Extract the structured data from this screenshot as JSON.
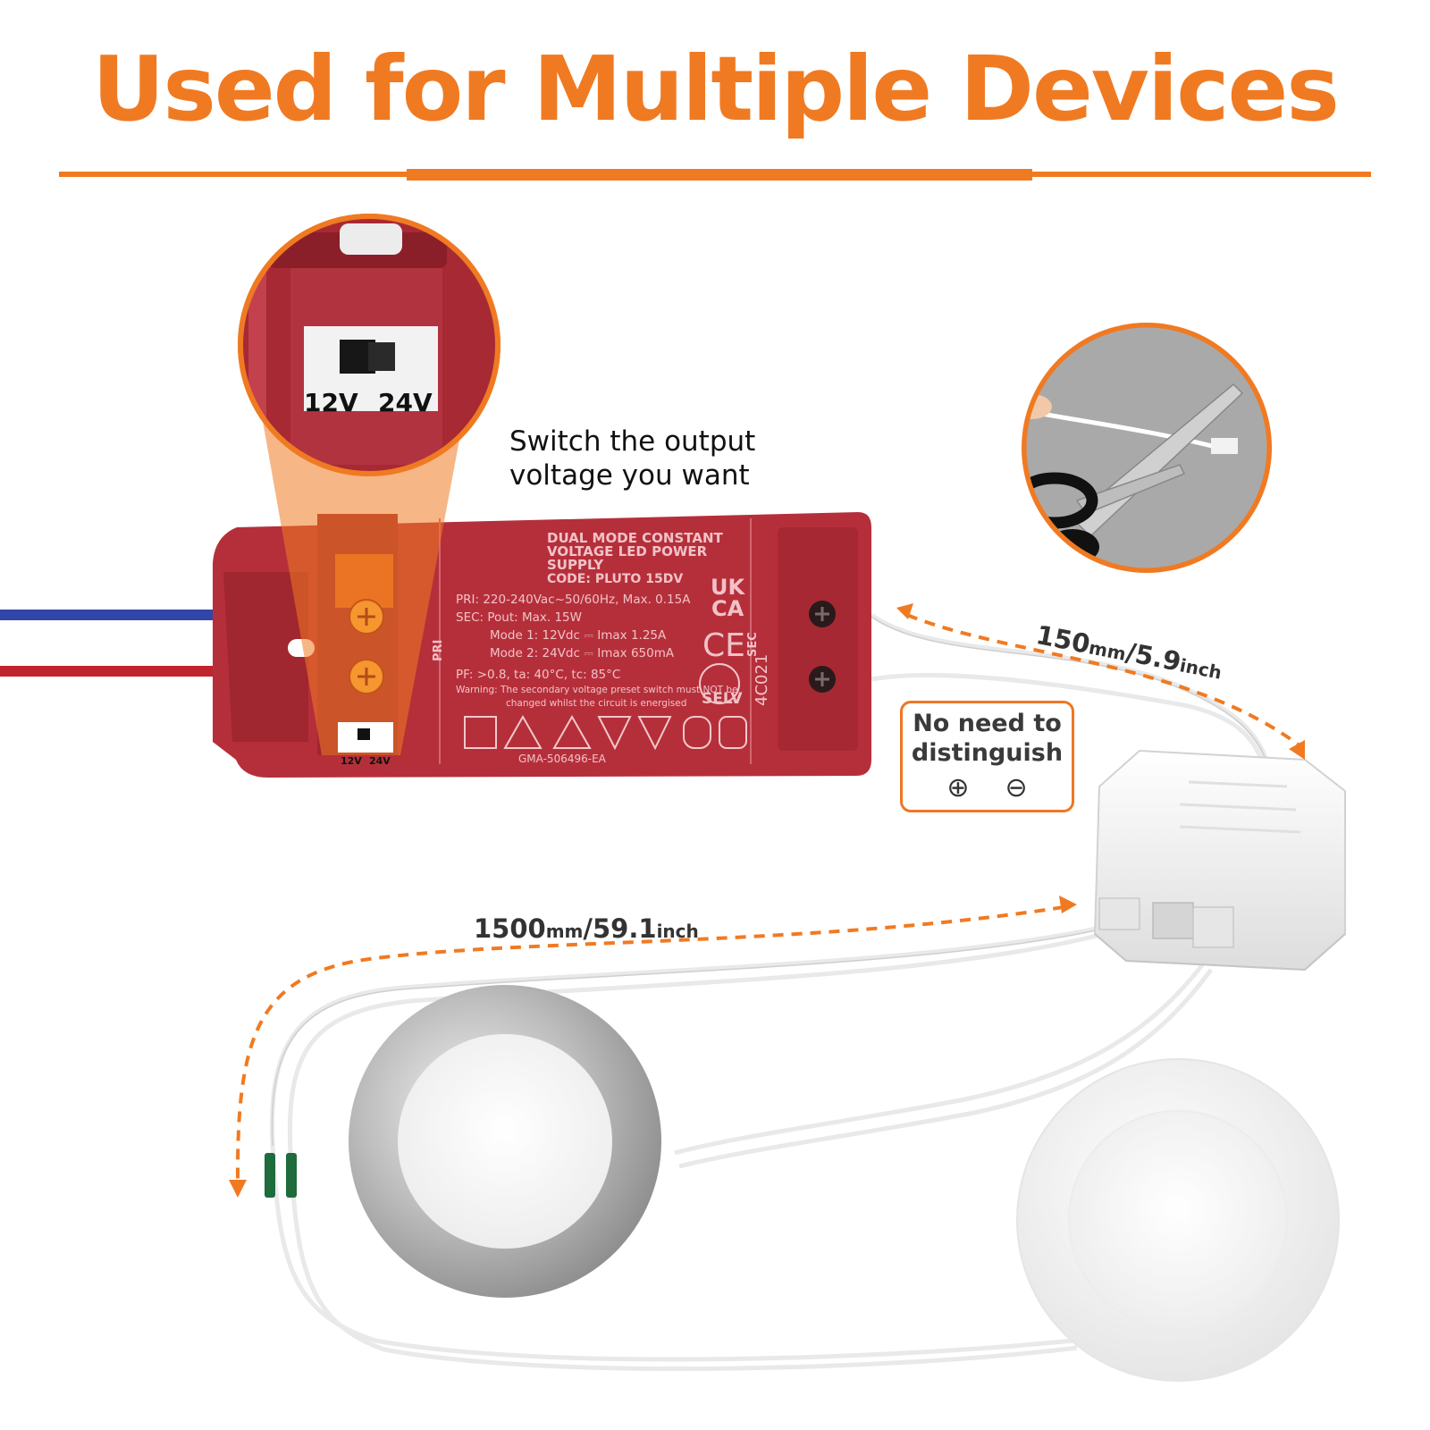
{
  "headline": "Used for Multiple Devices",
  "colors": {
    "accent": "#f07a22",
    "psu_red": "#b52f3a",
    "cable_blue": "#3245a8",
    "cable_red": "#c0242e"
  },
  "switch_callout": {
    "caption_line1": "Switch the output",
    "caption_line2": "voltage you want",
    "label_12v": "12V",
    "label_24v": "24V"
  },
  "power_supply": {
    "heading1": "DUAL MODE CONSTANT",
    "heading2": "VOLTAGE LED POWER SUPPLY",
    "code": "CODE: PLUTO 15DV",
    "pri": "PRI: 220-240Vac~50/60Hz, Max. 0.15A",
    "sec": "SEC: Pout: Max. 15W",
    "mode1": "Mode 1: 12Vdc ⎓ Imax 1.25A",
    "mode2": "Mode 2: 24Vdc ⎓ Imax 650mA",
    "pf": "PF: >0.8, ta: 40°C, tc: 85°C",
    "warning1": "Warning: The secondary voltage preset switch must NOT be",
    "warning2": "changed whilst the circuit is energised",
    "gma": "GMA-506496-EA",
    "ukca1": "UK",
    "ukca2": "CA",
    "ce": "CE",
    "selv": "SELV",
    "serial": "4C021",
    "pri_side": "PRI",
    "sec_side": "SEC",
    "sw_12v": "12V",
    "sw_24v": "24V"
  },
  "dimension_short": {
    "value": "150",
    "unit1": "mm",
    "slash": "/5.9",
    "unit2": "inch"
  },
  "dimension_long": {
    "value": "1500",
    "unit1": "mm",
    "slash": "/59.1",
    "unit2": "inch"
  },
  "polarity_note": {
    "line1": "No need to",
    "line2": "distinguish",
    "plus": "⊕",
    "minus": "⊖"
  },
  "icons": [
    "scissors-icon",
    "plus-circle-icon",
    "minus-circle-icon",
    "screw-icon"
  ]
}
